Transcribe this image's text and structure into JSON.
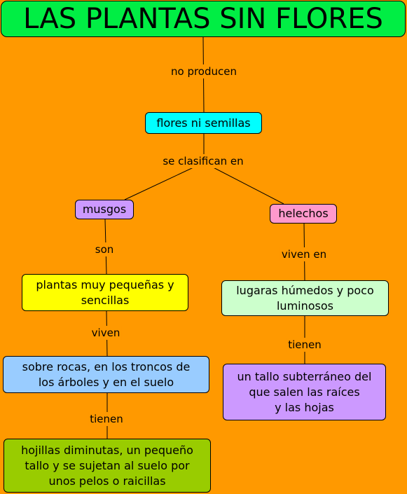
{
  "colors": {
    "background": "#FF9900",
    "title": "#00EE44",
    "cyan": "#00FFFF",
    "lavender": "#CC99FF",
    "pink": "#FF99CC",
    "yellow": "#FFFF00",
    "mint": "#CCFFCC",
    "lightblue": "#99CCFF",
    "olive": "#99CC00"
  },
  "nodes": {
    "title": "LAS PLANTAS SIN FLORES",
    "flores": "flores ni semillas",
    "musgos": "musgos",
    "helechos": "helechos",
    "plantas": "plantas muy pequeñas y\nsencillas",
    "lugares": "lugaras húmedos y poco\nluminosos",
    "rocas": "sobre rocas, en los troncos de\nlos árboles y en el suelo",
    "tallo": "un tallo subterráneo del\nque salen las raíces\ny las hojas",
    "hojillas": "hojillas diminutas, un pequeño\ntallo y se sujetan al suelo por\nunos pelos o raicillas"
  },
  "links": {
    "no_producen": "no producen",
    "se_clasifican": "se clasifican en",
    "son": "son",
    "viven_en": "viven en",
    "viven": "viven",
    "tienen_right": "tienen",
    "tienen_left": "tienen"
  }
}
